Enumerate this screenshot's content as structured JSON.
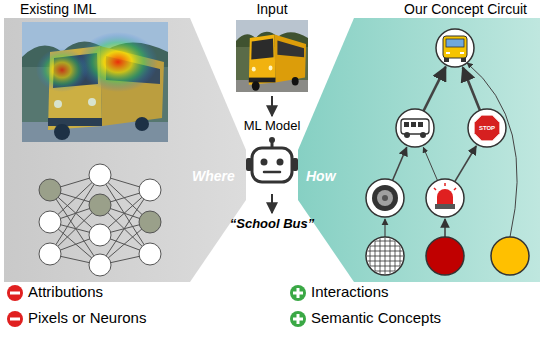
{
  "diagram": {
    "nodes": [
      {
        "text": [
          "Existing IML",
          "Where"
        ]
      },
      {
        "text": [
          "Input"
        ]
      },
      {
        "text": [
          "ML Model"
        ]
      },
      {
        "text": [
          "Our Concept Circuit",
          "How"
        ]
      }
    ],
    "edges": [
      {
        "from": 1,
        "to": 2,
        "arrow": "to"
      }
    ],
    "labels": [
      "“School Bus”",
      "STOP",
      "Attributions",
      "Pixels or Neurons",
      "Interactions",
      "Semantic Concepts"
    ]
  }
}
